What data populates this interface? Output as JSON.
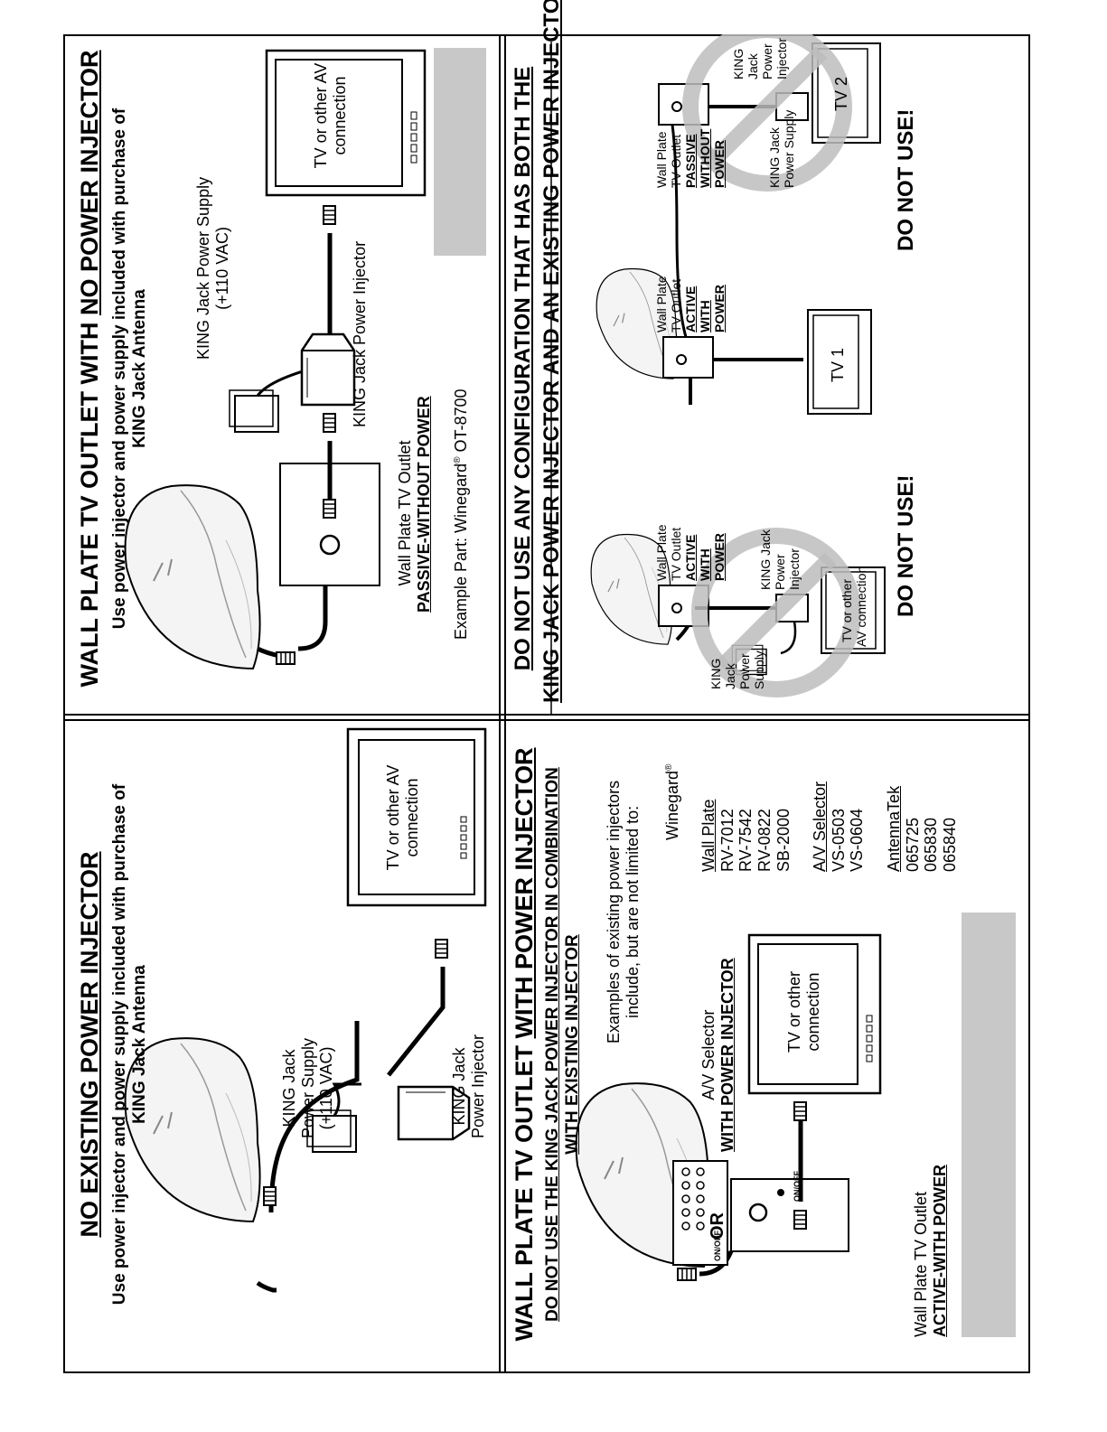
{
  "q1": {
    "title": "NO EXISTING POWER INJECTOR",
    "subtitle_line1": "Use power injector and power supply included with purchase of",
    "subtitle_line2": "KING Jack Antenna",
    "power_supply": [
      "KING Jack",
      "Power Supply",
      "(+110 VAC)"
    ],
    "power_injector": [
      "KING Jack",
      "Power Injector"
    ],
    "tv": [
      "TV or other AV",
      "connection"
    ]
  },
  "q2": {
    "title_part1": "WALL PLATE TV OUTLET WITH ",
    "title_part2": "NO POWER INJECTOR",
    "subtitle_line1": "Use power injector and power supply included with purchase of",
    "subtitle_line2": "KING Jack Antenna",
    "power_supply": [
      "KING Jack Power Supply",
      "(+110 VAC)"
    ],
    "power_injector": "KING Jack Power Injector",
    "tv": [
      "TV or other AV",
      "connection"
    ],
    "outlet_label": "Wall Plate TV Outlet",
    "outlet_type": "PASSIVE-WITHOUT POWER",
    "example_part_prefix": "Example Part: Winegard",
    "example_part_suffix": "OT-8700",
    "registered": "®"
  },
  "q3": {
    "title_part1": "WALL PLATE TV OUTLET ",
    "title_part2": "WITH POWER INJECTOR",
    "sub1": "DO NOT USE THE KING JACK POWER INJECTOR IN COMBINATION",
    "sub2": "WITH EXISTING INJECTOR",
    "or_label": "OR",
    "onoff": "ON/OFF",
    "av_selector": "A/V Selector",
    "av_selector_sub": "WITH POWER INJECTOR",
    "tv": [
      "TV or other",
      "connection"
    ],
    "outlet_label": "Wall Plate TV Outlet",
    "outlet_type": "ACTIVE-WITH POWER",
    "examples_line1": "Examples of existing power injectors",
    "examples_line2": "include, but are not limited to:",
    "brand": "Winegard",
    "registered": "®",
    "groups": [
      {
        "heading": "Wall Plate",
        "items": [
          "RV-7012",
          "RV-7542",
          "RV-0822",
          "SB-2000"
        ]
      },
      {
        "heading": "A/V Selector",
        "items": [
          "VS-0503",
          "VS-0604"
        ]
      },
      {
        "heading": "AntennaTek",
        "items": [
          "065725",
          "065830",
          "065840"
        ]
      }
    ]
  },
  "q4": {
    "title1": "DO NOT USE ANY CONFIGURATION THAT HAS BOTH THE",
    "title2": "KING JACK POWER INJECTOR AND AN EXISTING POWER INJECTOR",
    "left": {
      "outlet": [
        "Wall Plate",
        "TV Outlet",
        "ACTIVE",
        "WITH",
        "POWER"
      ],
      "supply": [
        "KING",
        "Jack",
        "Power",
        "Supply"
      ],
      "injector": [
        "KING Jack",
        "Power",
        "Injector"
      ],
      "tv": [
        "TV or other",
        "AV connection"
      ],
      "warning": "DO NOT USE!"
    },
    "right": {
      "outlet_active": [
        "Wall Plate",
        "TV Outlet",
        "ACTIVE",
        "WITH",
        "POWER"
      ],
      "outlet_passive": [
        "Wall Plate",
        "TV Outlet",
        "PASSIVE",
        "WITHOUT",
        "POWER"
      ],
      "supply": [
        "KING Jack",
        "Power Supply"
      ],
      "injector": [
        "KING",
        "Jack",
        "Power",
        "Injector"
      ],
      "tv1": "TV 1",
      "tv2": "TV 2",
      "warning": "DO NOT USE!"
    }
  }
}
